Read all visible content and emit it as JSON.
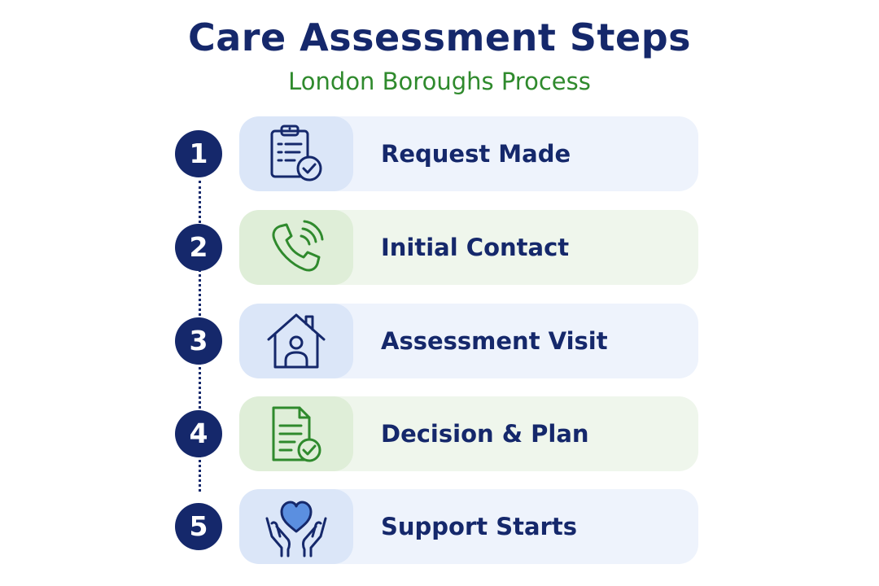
{
  "title": "Care Assessment Steps",
  "subtitle": "London Boroughs Process",
  "colors": {
    "navy": "#15286b",
    "green": "#2f8a2d",
    "blue_card": "#eef3fc",
    "green_card": "#eff6ec"
  },
  "steps": [
    {
      "number": "1",
      "label": "Request Made",
      "icon": "clipboard-check-icon",
      "tone": "blue"
    },
    {
      "number": "2",
      "label": "Initial Contact",
      "icon": "phone-icon",
      "tone": "green"
    },
    {
      "number": "3",
      "label": "Assessment Visit",
      "icon": "home-person-icon",
      "tone": "blue"
    },
    {
      "number": "4",
      "label": "Decision & Plan",
      "icon": "document-check-icon",
      "tone": "green"
    },
    {
      "number": "5",
      "label": "Support Starts",
      "icon": "heart-hands-icon",
      "tone": "blue"
    }
  ]
}
